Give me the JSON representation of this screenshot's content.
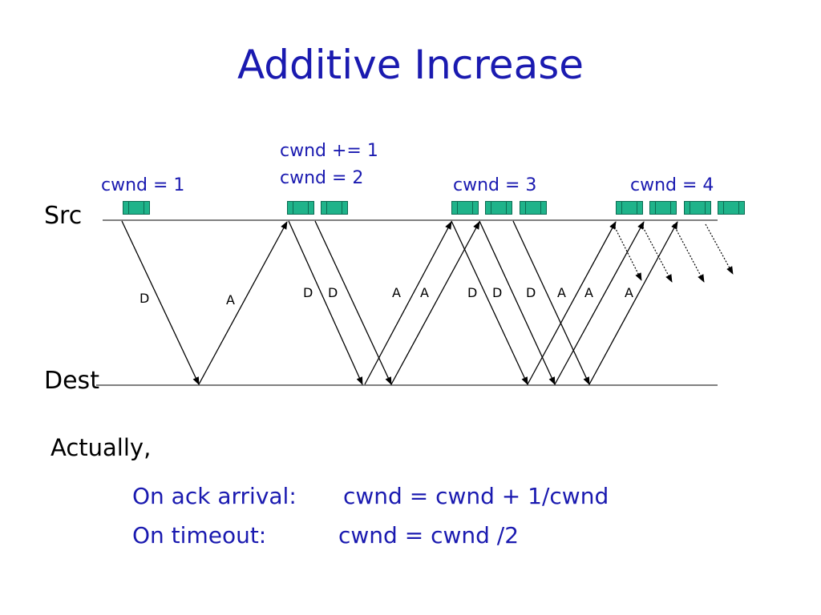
{
  "title": "Additive Increase",
  "src_label": "Src",
  "dest_label": "Dest",
  "cwnd_labels": {
    "w1": "cwnd = 1",
    "inc": "cwnd += 1",
    "w2": "cwnd = 2",
    "w3": "cwnd = 3",
    "w4": "cwnd = 4"
  },
  "arrow_labels": [
    "D",
    "A",
    "D",
    "D",
    "A",
    "A",
    "D",
    "D",
    "D",
    "A",
    "A",
    "A"
  ],
  "actually": "Actually,",
  "rules": {
    "ack_label": "On ack arrival:",
    "ack_formula": "cwnd = cwnd + 1/cwnd",
    "timeout_label": "On timeout:",
    "timeout_formula": "cwnd = cwnd /2"
  },
  "colors": {
    "accent": "#1a1ab0",
    "packet": "#1fb38a"
  }
}
